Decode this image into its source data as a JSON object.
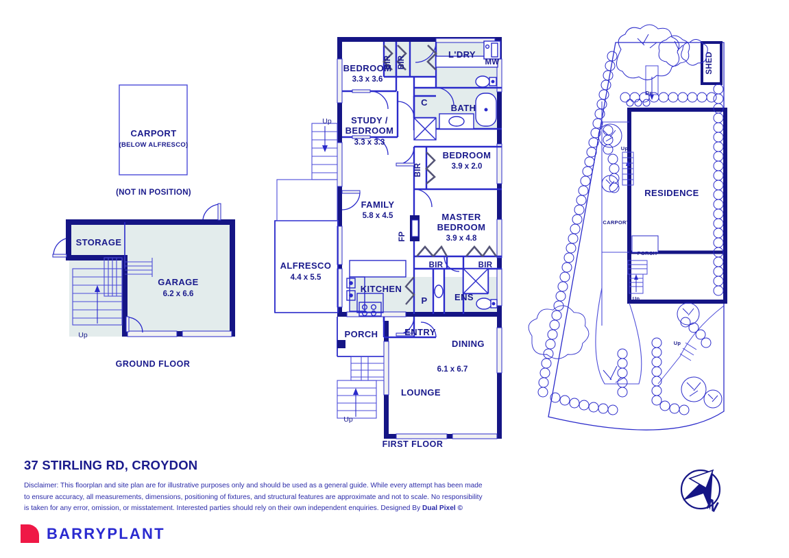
{
  "meta": {
    "doc_type": "real-estate-floorplan",
    "address": "37 STIRLING RD, CROYDON",
    "disclaimer_1": "Disclaimer: This floorplan and site plan are for illustrative purposes only and should be used as a general guide. While every attempt has been made to",
    "disclaimer_2": "ensure accuracy, all measurements, dimensions, positioning of fixtures, and structural features are approximate and not to scale. No responsibility is",
    "disclaimer_3": "taken for any error, omission, or misstatement. Interested parties should rely on their own independent enquiries. Designed By ",
    "designer": "Dual Pixel ©",
    "brand": "BARRYPLANT"
  },
  "colors": {
    "wall": "#151585",
    "line": "#2a2aca",
    "thin": "#4a4ad8",
    "fill": "#e3ecec",
    "text": "#1a1a8c",
    "brand_red": "#ef1846",
    "brand_blue": "#2a2ad0",
    "window": "#f2f2f2"
  },
  "ground_floor": {
    "title": "GROUND FLOOR",
    "carport": {
      "label": "CARPORT",
      "sub": "(BELOW ALFRESCO)",
      "note": "(NOT IN POSITION)"
    },
    "rooms": [
      {
        "name": "STORAGE",
        "dim": ""
      },
      {
        "name": "GARAGE",
        "dim": "6.2 x 6.6"
      }
    ],
    "stair_label": "Up"
  },
  "first_floor": {
    "title": "FIRST FLOOR",
    "rooms": [
      {
        "name": "BEDROOM",
        "dim": "3.3 x 3.6"
      },
      {
        "name": "STUDY /",
        "name2": "BEDROOM",
        "dim": "3.3 x 3.3"
      },
      {
        "name": "L'DRY",
        "dim": ""
      },
      {
        "name": "BATH",
        "dim": ""
      },
      {
        "name": "BEDROOM",
        "dim": "3.9 x 2.0"
      },
      {
        "name": "FAMILY",
        "dim": "5.8 x 4.5"
      },
      {
        "name": "MASTER",
        "name2": "BEDROOM",
        "dim": "3.9 x 4.8"
      },
      {
        "name": "ALFRESCO",
        "dim": "4.4 x 5.5"
      },
      {
        "name": "KITCHEN",
        "dim": ""
      },
      {
        "name": "ENS",
        "dim": ""
      },
      {
        "name": "PORCH",
        "dim": ""
      },
      {
        "name": "ENTRY",
        "dim": ""
      },
      {
        "name": "DINING",
        "dim": "6.1 x 6.7"
      },
      {
        "name": "LOUNGE",
        "dim": ""
      }
    ],
    "markers": {
      "bir": "BIR",
      "closet": "C",
      "pantry": "P",
      "microwave": "MW",
      "fireplace": "FP",
      "up": "Up"
    }
  },
  "site_plan": {
    "residence": "RESIDENCE",
    "shed": "SHED",
    "carport": "CARPORT",
    "porch": "PORCH",
    "up_1": "Up",
    "up_2": "Up",
    "down": "Dn",
    "compass_north": "N"
  }
}
